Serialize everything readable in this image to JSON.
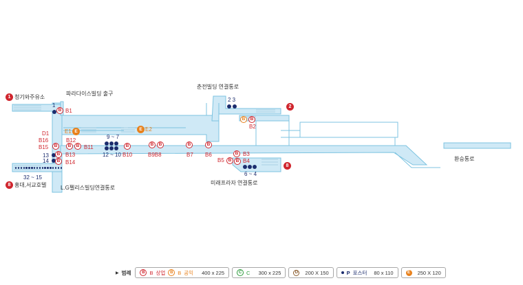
{
  "colors": {
    "corridor_fill": "#cfe9f6",
    "corridor_stroke": "#7cc3e0",
    "red": "#d0262e",
    "orange": "#e8811c",
    "navy": "#1c2d6e"
  },
  "exits": {
    "exit1": {
      "num": "1",
      "label": "청기와주유소"
    },
    "exit2": {
      "num": "2"
    },
    "exit8_top": {
      "num": "8"
    },
    "exit8_left": {
      "num": "8",
      "label": "홍대,서교호텔"
    }
  },
  "corridor_labels": {
    "paradise": "파라다이스빌딩 출구",
    "chunjeon": "춘전빌딩 연결통로",
    "lg": "L.G펠리스빌딩연결통로",
    "mirae": "미래프라자 연결통로",
    "transfer": "환승통로"
  },
  "shops": {
    "b1": "B1",
    "b2": "B2",
    "b3": "B3",
    "b4": "B4",
    "b5": "B5",
    "b6": "B6",
    "b7": "B7",
    "b9b8": "B9B8",
    "b10": "B10",
    "b11": "B11",
    "b12": "B12",
    "b13": "B13",
    "b14": "B14",
    "b15": "B15",
    "b16": "B16"
  },
  "facilities": {
    "d1": "D1",
    "e1": "E1",
    "e2": "E2"
  },
  "posters": {
    "p1": "1",
    "p23": "2 3",
    "p97": "9 ~ 7",
    "p1210": "12 ~ 10",
    "p13": "13",
    "p14": "14",
    "p3215": "32 ~ 15",
    "p64": "6 ~ 4"
  },
  "legend": {
    "title": "범례",
    "items": [
      {
        "icon": "B",
        "icon2": "B",
        "label": "상업",
        "icon3": "B",
        "icon4": "B",
        "label2": "공익",
        "size": "400 x 225"
      },
      {
        "icon": "C",
        "label": "C",
        "size": "300 x 225"
      },
      {
        "icon": "D",
        "size": "200 X 150"
      },
      {
        "label": "P",
        "label2": "포스터",
        "size": "80 x 110"
      },
      {
        "icon": "E",
        "size": "250 X 120"
      }
    ]
  }
}
